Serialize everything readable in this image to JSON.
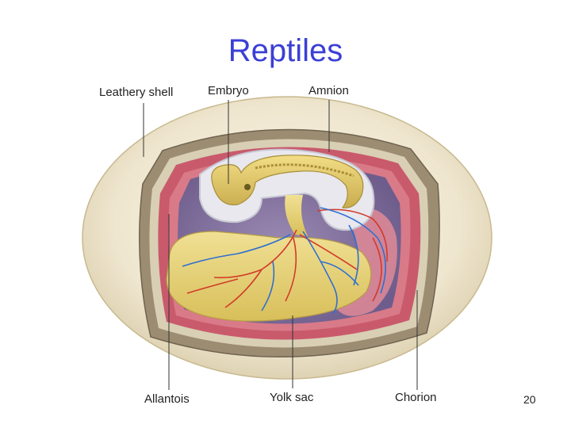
{
  "title": "Reptiles",
  "labels": {
    "leathery_shell": "Leathery shell",
    "embryo": "Embryo",
    "amnion": "Amnion",
    "allantois": "Allantois",
    "yolk_sac": "Yolk sac",
    "chorion": "Chorion"
  },
  "page_number": "20",
  "colors": {
    "title": "#3b3fd6",
    "shell": "#efe6cf",
    "chorion": "#c95a6c",
    "cavity": "#7a6a96",
    "yolk": "#e6d27a",
    "amnion": "#e8e8ee",
    "artery": "#d23a2a",
    "vein": "#2e6fd0"
  }
}
